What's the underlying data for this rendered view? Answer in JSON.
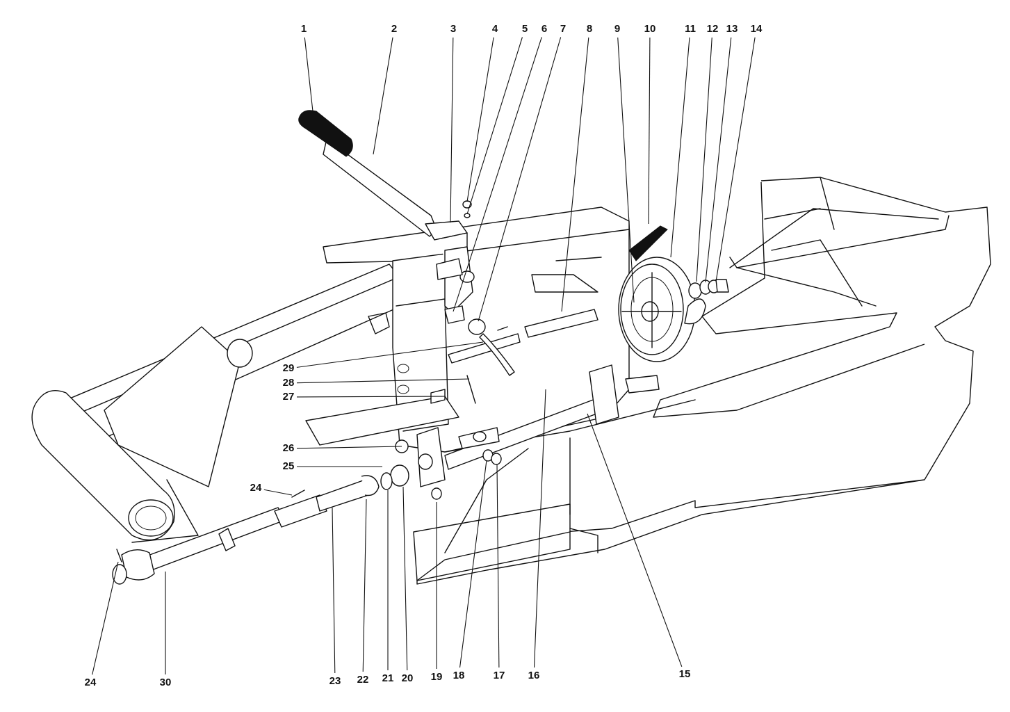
{
  "callouts": [
    {
      "id": "c1",
      "label": "1"
    },
    {
      "id": "c2",
      "label": "2"
    },
    {
      "id": "c3",
      "label": "3"
    },
    {
      "id": "c4",
      "label": "4"
    },
    {
      "id": "c5",
      "label": "5"
    },
    {
      "id": "c6",
      "label": "6"
    },
    {
      "id": "c7",
      "label": "7"
    },
    {
      "id": "c8",
      "label": "8"
    },
    {
      "id": "c9",
      "label": "9"
    },
    {
      "id": "c10",
      "label": "10"
    },
    {
      "id": "c11",
      "label": "11"
    },
    {
      "id": "c12",
      "label": "12"
    },
    {
      "id": "c13",
      "label": "13"
    },
    {
      "id": "c14",
      "label": "14"
    },
    {
      "id": "c29",
      "label": "29"
    },
    {
      "id": "c28",
      "label": "28"
    },
    {
      "id": "c27",
      "label": "27"
    },
    {
      "id": "c26",
      "label": "26"
    },
    {
      "id": "c25",
      "label": "25"
    },
    {
      "id": "c24a",
      "label": "24"
    },
    {
      "id": "c24b",
      "label": "24"
    },
    {
      "id": "c30",
      "label": "30"
    },
    {
      "id": "c23",
      "label": "23"
    },
    {
      "id": "c22",
      "label": "22"
    },
    {
      "id": "c21",
      "label": "21"
    },
    {
      "id": "c20",
      "label": "20"
    },
    {
      "id": "c19",
      "label": "19"
    },
    {
      "id": "c18",
      "label": "18"
    },
    {
      "id": "c17",
      "label": "17"
    },
    {
      "id": "c16",
      "label": "16"
    },
    {
      "id": "c15",
      "label": "15"
    }
  ]
}
